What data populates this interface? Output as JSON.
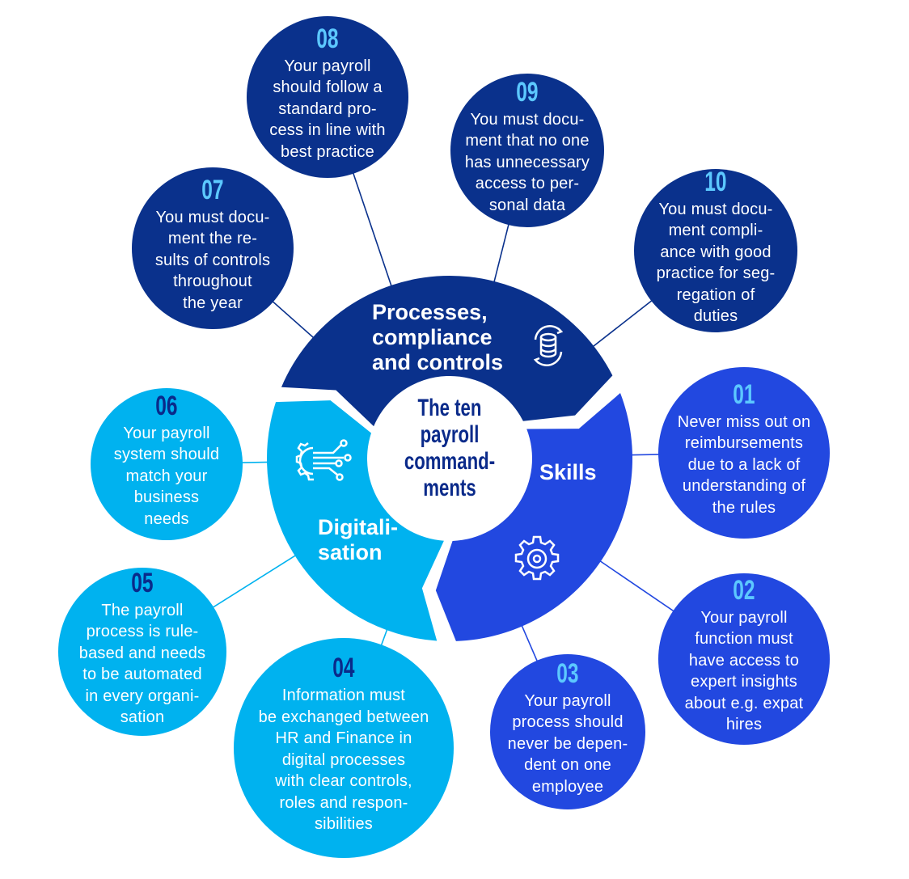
{
  "center_title": [
    "The ten",
    "payroll",
    "command-",
    "ments"
  ],
  "colors": {
    "navy": "#0a318c",
    "blue": "#2248e0",
    "light": "#00b2ef",
    "num_light": "#5cc8ff",
    "num_dark": "#0a2a8a"
  },
  "segments": [
    {
      "id": "processes",
      "label": [
        "Processes,",
        "compliance",
        "and controls"
      ],
      "icon": "database-sync-icon"
    },
    {
      "id": "skills",
      "label": [
        "Skills"
      ],
      "icon": "gear-icon"
    },
    {
      "id": "digitalisation",
      "label": [
        "Digitali-",
        "sation"
      ],
      "icon": "circuit-gear-icon"
    }
  ],
  "commandments": [
    {
      "number": "01",
      "segment": "skills",
      "lines": [
        "Never miss out on",
        "reimbursements",
        "due to a lack of",
        "understanding of",
        "the rules"
      ]
    },
    {
      "number": "02",
      "segment": "skills",
      "lines": [
        "Your payroll",
        "function must",
        "have access to",
        "expert insights",
        "about e.g. expat",
        "hires"
      ]
    },
    {
      "number": "03",
      "segment": "skills",
      "lines": [
        "Your payroll",
        "process should",
        "never be depen-",
        "dent on one",
        "employee"
      ]
    },
    {
      "number": "04",
      "segment": "digitalisation",
      "lines": [
        "Information must",
        "be exchanged between",
        "HR and Finance in",
        "digital processes",
        "with clear controls,",
        "roles and respon-",
        "sibilities"
      ]
    },
    {
      "number": "05",
      "segment": "digitalisation",
      "lines": [
        "The payroll",
        "process is rule-",
        "based and needs",
        "to be automated",
        "in every organi-",
        "sation"
      ]
    },
    {
      "number": "06",
      "segment": "digitalisation",
      "lines": [
        "Your payroll",
        "system should",
        "match your",
        "business",
        "needs"
      ]
    },
    {
      "number": "07",
      "segment": "processes",
      "lines": [
        "You must docu-",
        "ment the re-",
        "sults of controls",
        "throughout",
        "the year"
      ]
    },
    {
      "number": "08",
      "segment": "processes",
      "lines": [
        "Your payroll",
        "should follow a",
        "standard pro-",
        "cess in line with",
        "best practice"
      ]
    },
    {
      "number": "09",
      "segment": "processes",
      "lines": [
        "You must docu-",
        "ment that no one",
        "has unnecessary",
        "access to per-",
        "sonal data"
      ]
    },
    {
      "number": "10",
      "segment": "processes",
      "lines": [
        "You must docu-",
        "ment compli-",
        "ance with good",
        "practice for seg-",
        "regation of",
        "duties"
      ]
    }
  ]
}
